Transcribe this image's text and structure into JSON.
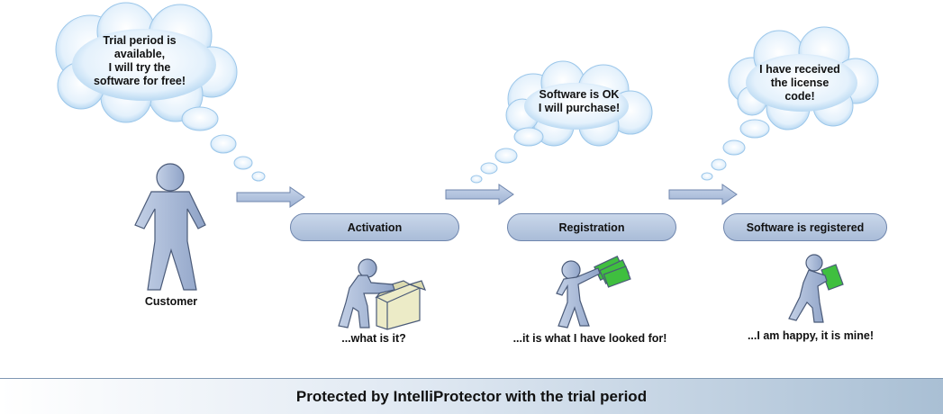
{
  "clouds": [
    {
      "text": "Trial period is\navailable,\nI will try the\nsoftware for free!"
    },
    {
      "text": "Software is OK\nI will purchase!"
    },
    {
      "text": "I have received\nthe license\ncode!"
    }
  ],
  "customer_label": "Customer",
  "steps": [
    {
      "label": "Activation",
      "caption": "...what is it?"
    },
    {
      "label": "Registration",
      "caption": "...it is what I have looked for!"
    },
    {
      "label": "Software is registered",
      "caption": "...I am happy, it is mine!"
    }
  ],
  "footer": {
    "text": "Protected by IntelliProtector with the trial period"
  },
  "colors": {
    "cloud": "#d9ecfb",
    "pill": "#b9c9e2",
    "figure": "#a9bad6",
    "money": "#3fbf3f",
    "box": "#ecebc7"
  }
}
